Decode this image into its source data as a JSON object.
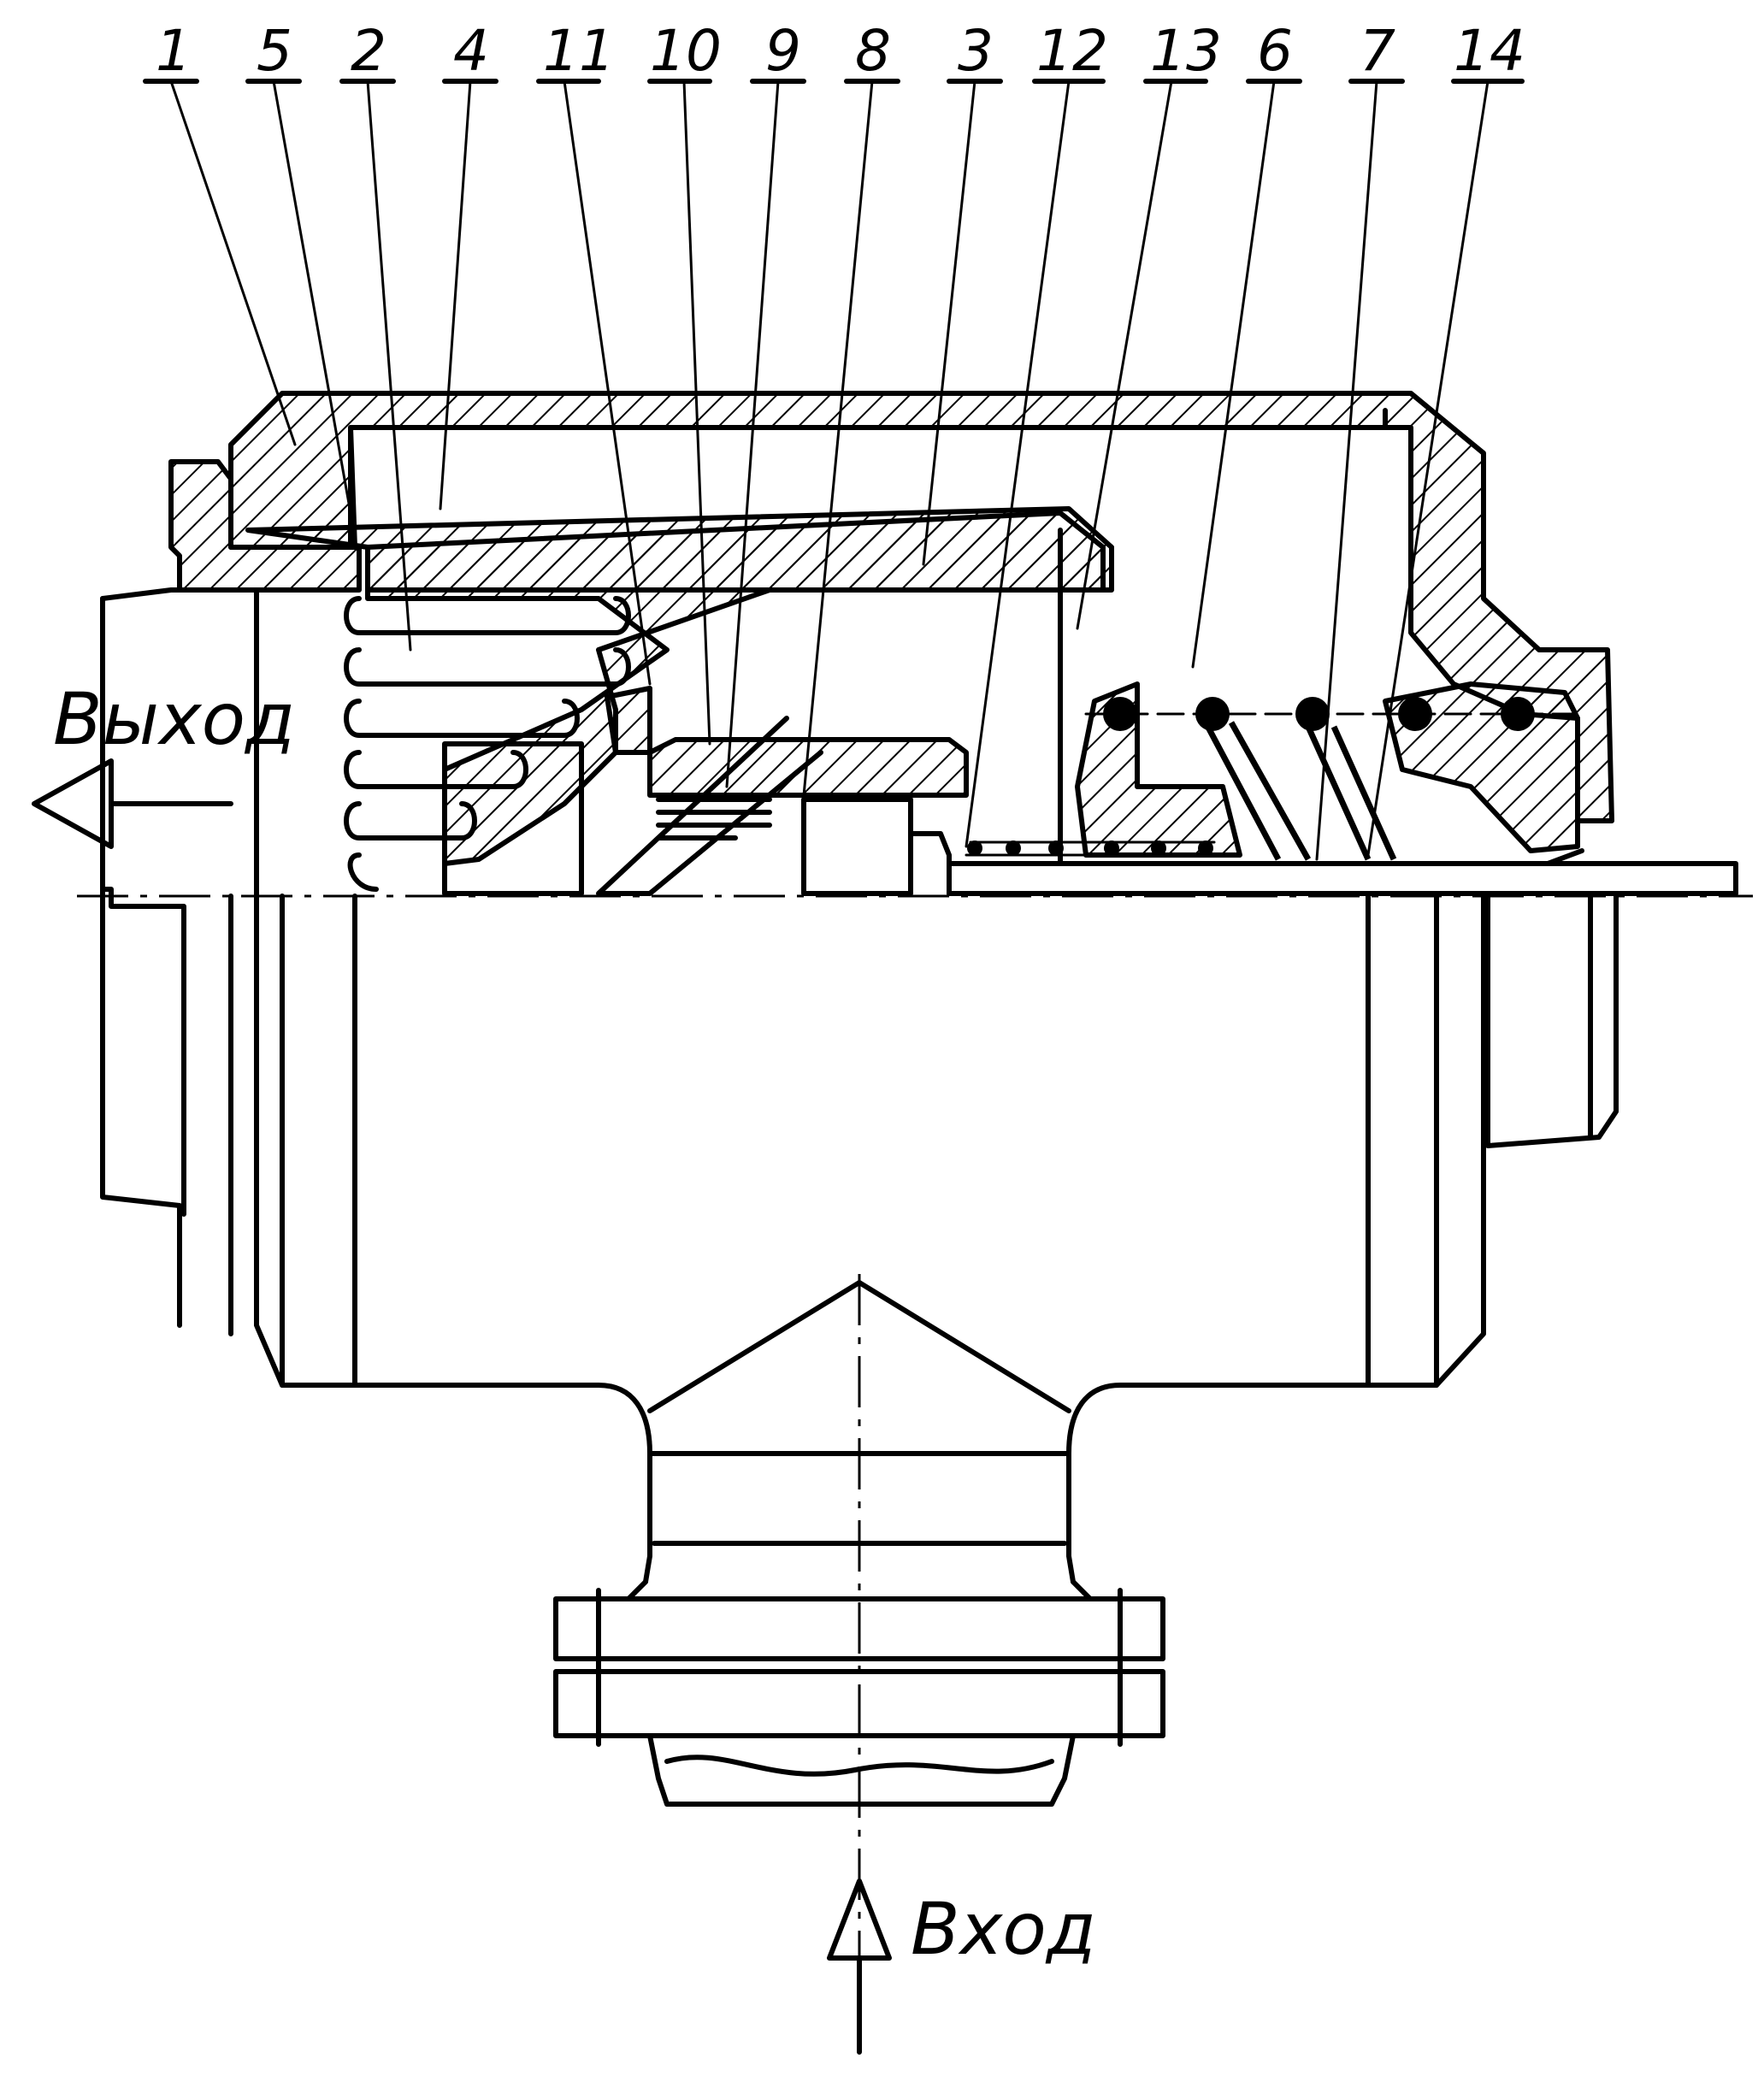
{
  "diagram": {
    "part_numbers": [
      "1",
      "5",
      "2",
      "4",
      "11",
      "10",
      "9",
      "8",
      "3",
      "12",
      "13",
      "6",
      "7",
      "14"
    ],
    "outlet_label": "Выход",
    "inlet_label": "Вход"
  }
}
